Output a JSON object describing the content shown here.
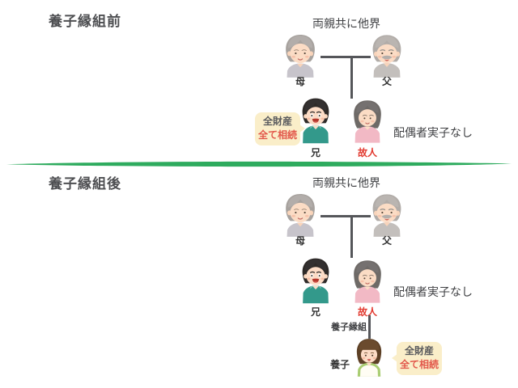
{
  "colors": {
    "divider_green": "#2eab5e",
    "badge_bg": "#faeec9",
    "badge_text": "#5a5b5e",
    "badge_red": "#e2574a",
    "accent_red": "#e23a30",
    "line_gray": "#55565a",
    "text_dark": "#3f4043",
    "title_gray": "#4e4f52"
  },
  "before": {
    "title": "養子縁組前",
    "parents_note": "両親共に他界",
    "labels": {
      "mother": "母",
      "father": "父",
      "brother": "兄",
      "deceased": "故人"
    },
    "spouse_note": "配偶者実子なし",
    "badge": {
      "line1": "全財産",
      "line2": "全て相続"
    }
  },
  "after": {
    "title": "養子縁組後",
    "parents_note": "両親共に他界",
    "labels": {
      "mother": "母",
      "father": "父",
      "brother": "兄",
      "deceased": "故人",
      "adopted_child": "養子"
    },
    "adoption_note": "養子縁組",
    "spouse_note": "配偶者実子なし",
    "badge": {
      "line1": "全財産",
      "line2": "全て相続"
    }
  }
}
